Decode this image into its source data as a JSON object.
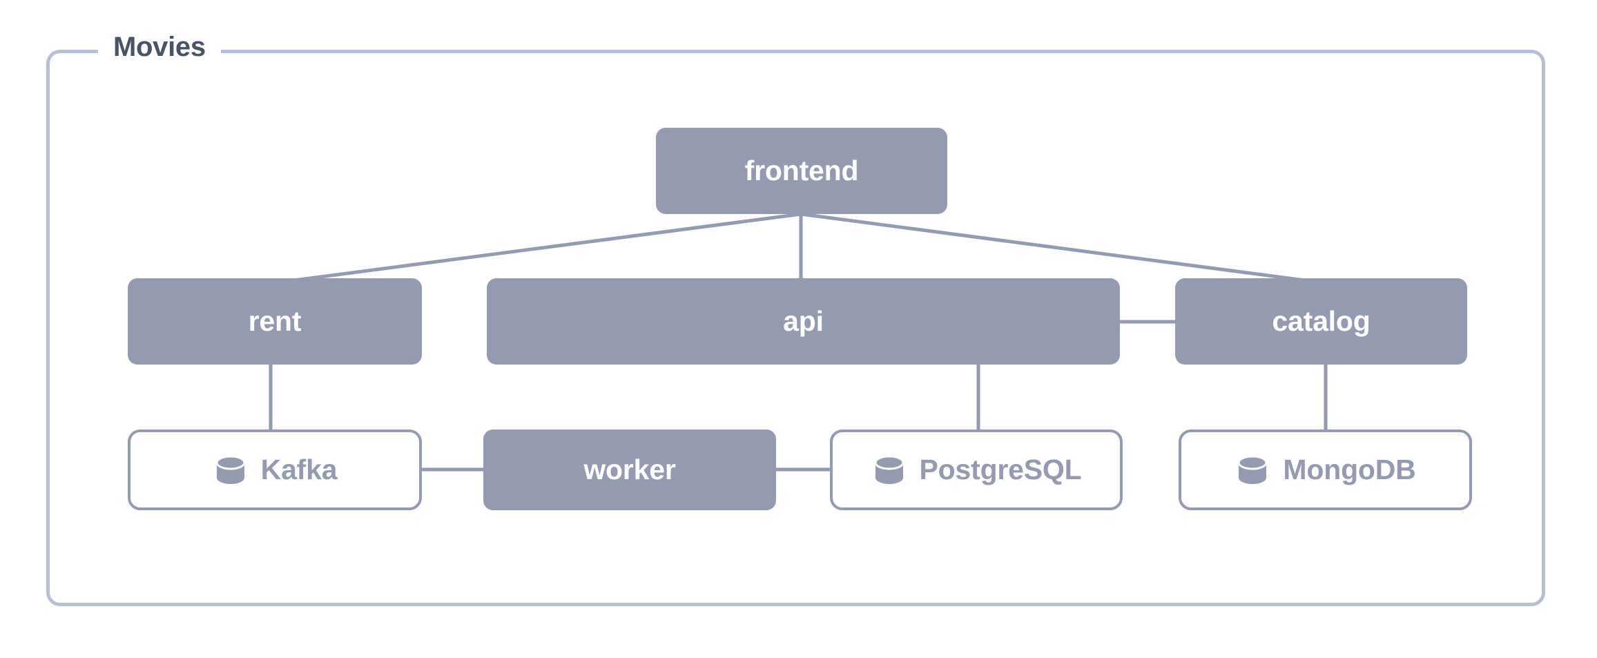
{
  "group": {
    "label": "Movies",
    "border_color": "#b9bfd2",
    "background": "#ffffff"
  },
  "colors": {
    "service_fill": "#949bb1",
    "service_text": "#ffffff",
    "datastore_fill": "#ffffff",
    "datastore_border": "#949bb1",
    "datastore_text": "#949bb1",
    "edge": "#949bb1",
    "group_border": "#b9bfd2",
    "group_title": "#4a5268"
  },
  "nodes": {
    "frontend": {
      "label": "frontend",
      "type": "service"
    },
    "rent": {
      "label": "rent",
      "type": "service"
    },
    "api": {
      "label": "api",
      "type": "service"
    },
    "catalog": {
      "label": "catalog",
      "type": "service"
    },
    "kafka": {
      "label": "Kafka",
      "type": "datastore",
      "icon": "database-icon"
    },
    "worker": {
      "label": "worker",
      "type": "service"
    },
    "postgresql": {
      "label": "PostgreSQL",
      "type": "datastore",
      "icon": "database-icon"
    },
    "mongodb": {
      "label": "MongoDB",
      "type": "datastore",
      "icon": "database-icon"
    }
  },
  "edges": [
    {
      "from": "frontend",
      "to": "rent"
    },
    {
      "from": "frontend",
      "to": "api"
    },
    {
      "from": "frontend",
      "to": "catalog"
    },
    {
      "from": "api",
      "to": "catalog"
    },
    {
      "from": "rent",
      "to": "kafka"
    },
    {
      "from": "api",
      "to": "postgresql"
    },
    {
      "from": "catalog",
      "to": "mongodb"
    },
    {
      "from": "kafka",
      "to": "worker"
    },
    {
      "from": "worker",
      "to": "postgresql"
    }
  ]
}
